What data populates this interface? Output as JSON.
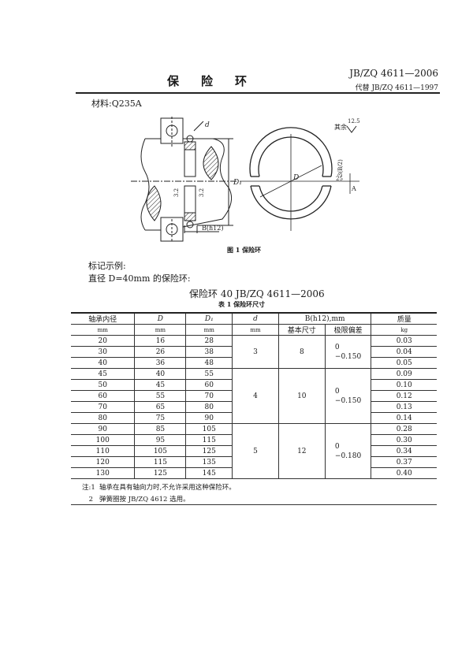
{
  "header": {
    "title": "保险环",
    "standard_number": "JB/ZQ 4611—2006",
    "replaces": "代替 JB/ZQ 4611—1997"
  },
  "material": "材料:Q235A",
  "figure": {
    "caption": "图 1  保险环",
    "labels": {
      "d": "d",
      "D1": "D₁",
      "D": "D",
      "B": "B(h12)",
      "roughness_left_1": "3.2",
      "roughness_left_2": "3.2",
      "roughness_other": "12.5",
      "other_label": "其余",
      "dim_3": "3(B/2)",
      "dim_25": "25",
      "datum": "A"
    }
  },
  "marking": {
    "label": "标记示例:",
    "description": "直径 D=40mm 的保险环:",
    "example": "保险环  40  JB/ZQ 4611—2006"
  },
  "table": {
    "caption": "表 1  保险环尺寸",
    "headers": {
      "bearing_bore": "轴承内径",
      "bearing_bore_unit": "mm",
      "D": "D",
      "D_unit": "mm",
      "D1": "D₁",
      "D1_unit": "mm",
      "d": "d",
      "d_unit": "mm",
      "B": "B(h12),mm",
      "B_basic": "基本尺寸",
      "B_tolerance": "极限偏差",
      "mass": "质量",
      "mass_unit": "kg"
    },
    "groups": [
      {
        "d": "3",
        "B_basic": "8",
        "tol_upper": "0",
        "tol_lower": "−0.150"
      },
      {
        "d": "4",
        "B_basic": "10",
        "tol_upper": "0",
        "tol_lower": "−0.150"
      },
      {
        "d": "5",
        "B_basic": "12",
        "tol_upper": "0",
        "tol_lower": "−0.180"
      }
    ],
    "rows": [
      {
        "bore": "20",
        "D": "16",
        "D1": "28",
        "mass": "0.03"
      },
      {
        "bore": "30",
        "D": "26",
        "D1": "38",
        "mass": "0.04"
      },
      {
        "bore": "40",
        "D": "36",
        "D1": "48",
        "mass": "0.05"
      },
      {
        "bore": "45",
        "D": "40",
        "D1": "55",
        "mass": "0.09"
      },
      {
        "bore": "50",
        "D": "45",
        "D1": "60",
        "mass": "0.10"
      },
      {
        "bore": "60",
        "D": "55",
        "D1": "70",
        "mass": "0.12"
      },
      {
        "bore": "70",
        "D": "65",
        "D1": "80",
        "mass": "0.13"
      },
      {
        "bore": "80",
        "D": "75",
        "D1": "90",
        "mass": "0.14"
      },
      {
        "bore": "90",
        "D": "85",
        "D1": "105",
        "mass": "0.28"
      },
      {
        "bore": "100",
        "D": "95",
        "D1": "115",
        "mass": "0.30"
      },
      {
        "bore": "110",
        "D": "105",
        "D1": "125",
        "mass": "0.34"
      },
      {
        "bore": "120",
        "D": "115",
        "D1": "135",
        "mass": "0.37"
      },
      {
        "bore": "130",
        "D": "125",
        "D1": "145",
        "mass": "0.40"
      }
    ]
  },
  "notes": [
    {
      "num": "注:1",
      "text": "轴承在具有轴向力时,不允许采用这种保险环。"
    },
    {
      "num": "2",
      "text": "弹簧圈按 JB/ZQ 4612 选用。"
    }
  ]
}
